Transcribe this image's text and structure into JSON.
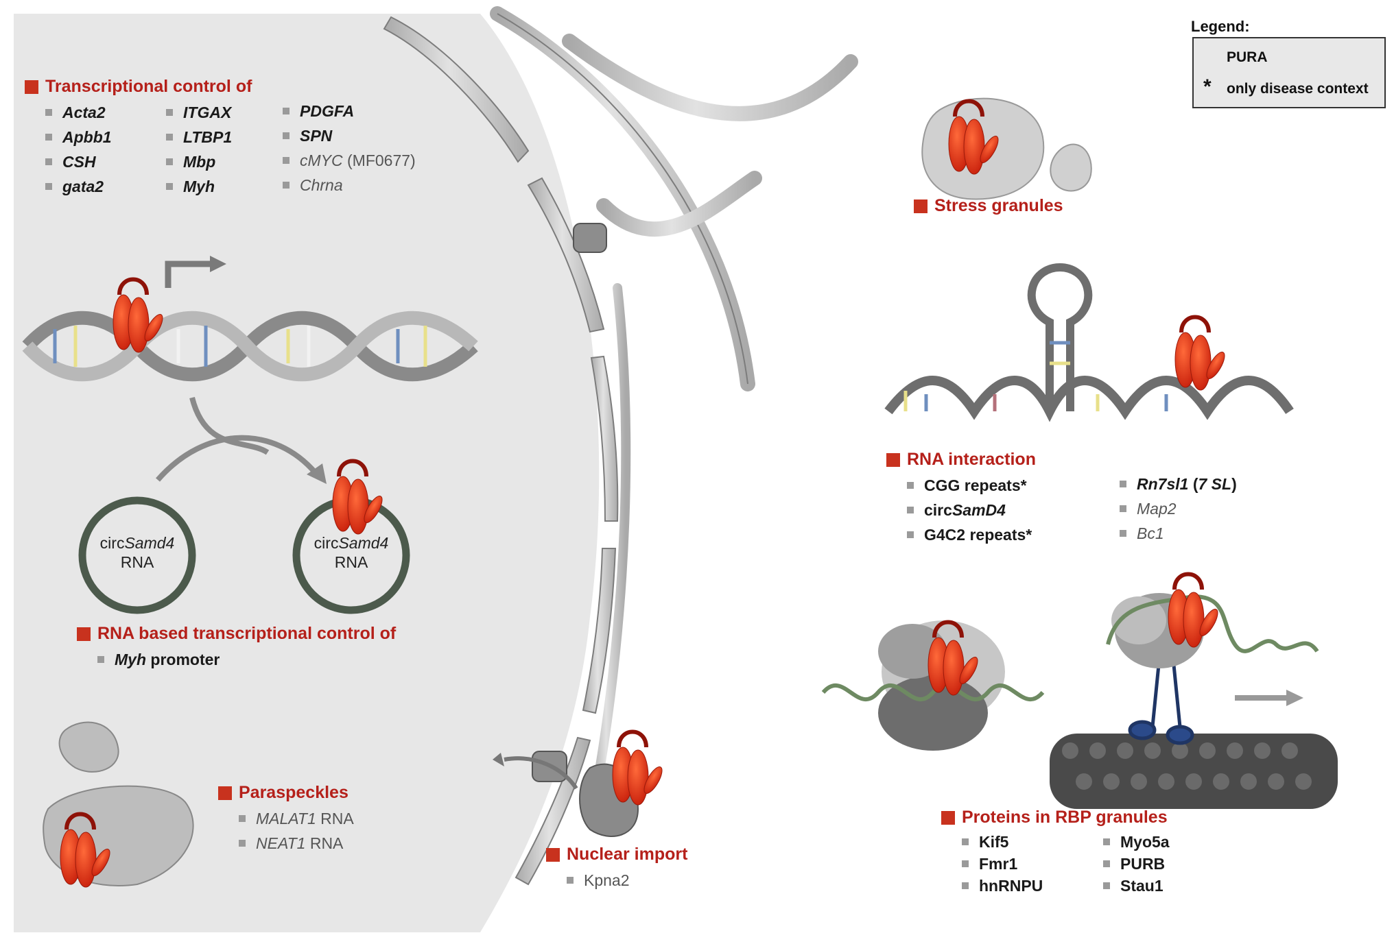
{
  "colors": {
    "pura_red": "#e03a1a",
    "title_red": "#b5201a",
    "nucleus_bg": "#e6e6e6",
    "membrane_grey": "#c9c9c9"
  },
  "legend": {
    "title": "Legend:",
    "protein_label": "PURA",
    "star_symbol": "*",
    "star_label": "only disease context"
  },
  "transcriptional": {
    "title": "Transcriptional control of",
    "col1": [
      "Acta2",
      "Apbb1",
      "CSH",
      "gata2"
    ],
    "col2": [
      "ITGAX",
      "LTBP1",
      "Mbp",
      "Myh"
    ],
    "col3_bold": [
      "PDGFA",
      "SPN"
    ],
    "cmyc_gene": "cMYC",
    "cmyc_suffix": " (MF0677)",
    "chrna": "Chrna"
  },
  "circ_rna": {
    "prefix": "circ",
    "gene": "Samd4",
    "rna": "RNA"
  },
  "rna_based": {
    "title": "RNA based transcriptional control of",
    "item_gene": "Myh",
    "item_suffix": " promoter"
  },
  "paraspeckles": {
    "title": "Paraspeckles",
    "items": [
      {
        "gene": "MALAT1",
        "suffix": " RNA"
      },
      {
        "gene": "NEAT1",
        "suffix": " RNA"
      }
    ]
  },
  "nuclear_import": {
    "title": "Nuclear import",
    "items": [
      "Kpna2"
    ]
  },
  "stress_granules": {
    "title": "Stress granules"
  },
  "rna_interaction": {
    "title": "RNA interaction",
    "col1": {
      "cgg": "CGG repeats*",
      "circ_prefix": "circ",
      "circ_gene": "SamD4",
      "g4c2": "G4C2 repeats*"
    },
    "col2": {
      "rn7_gene": "Rn7sl1",
      "rn7_open": " (",
      "rn7_alias": "7 SL",
      "rn7_close": ")",
      "map2": "Map2",
      "bc1": "Bc1"
    }
  },
  "rbp_granules": {
    "title": "Proteins in RBP granules",
    "col1": [
      "Kif5",
      "Fmr1",
      "hnRNPU"
    ],
    "col2": [
      "Myo5a",
      "PURB",
      "Stau1"
    ]
  }
}
